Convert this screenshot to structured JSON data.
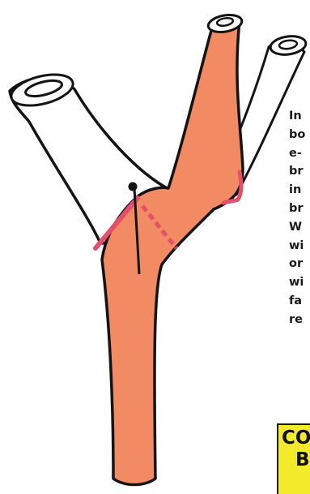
{
  "side_text": {
    "lines": [
      "In",
      "bo",
      "e-",
      "br",
      "in",
      "br",
      "W",
      "wi",
      "or",
      "wi",
      "fa",
      "re"
    ]
  },
  "label_box": {
    "line1": "CO",
    "line2": "B"
  },
  "colors": {
    "vessel_orange": "#f28a63",
    "vessel_white": "#ffffff",
    "outline": "#141414",
    "incision_red": "#e2506a",
    "label_background": "#f2ea2a"
  }
}
